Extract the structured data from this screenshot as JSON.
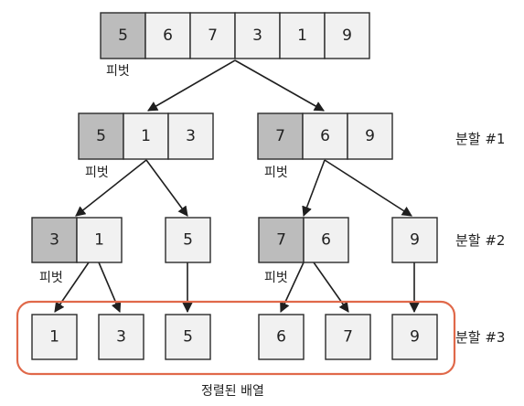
{
  "arrays": {
    "root": {
      "cells": [
        {
          "v": "5",
          "pivot": true
        },
        {
          "v": "6"
        },
        {
          "v": "7"
        },
        {
          "v": "3"
        },
        {
          "v": "1"
        },
        {
          "v": "9"
        }
      ]
    },
    "l1a": {
      "cells": [
        {
          "v": "5",
          "pivot": true
        },
        {
          "v": "1"
        },
        {
          "v": "3"
        }
      ]
    },
    "l1b": {
      "cells": [
        {
          "v": "7",
          "pivot": true
        },
        {
          "v": "6"
        },
        {
          "v": "9"
        }
      ]
    },
    "l2a": {
      "cells": [
        {
          "v": "3",
          "pivot": true
        },
        {
          "v": "1"
        }
      ]
    },
    "l2b": {
      "cells": [
        {
          "v": "5"
        }
      ]
    },
    "l2c": {
      "cells": [
        {
          "v": "7",
          "pivot": true
        },
        {
          "v": "6"
        }
      ]
    },
    "l2d": {
      "cells": [
        {
          "v": "9"
        }
      ]
    },
    "s1": {
      "cells": [
        {
          "v": "1"
        }
      ]
    },
    "s2": {
      "cells": [
        {
          "v": "3"
        }
      ]
    },
    "s3": {
      "cells": [
        {
          "v": "5"
        }
      ]
    },
    "s4": {
      "cells": [
        {
          "v": "6"
        }
      ]
    },
    "s5": {
      "cells": [
        {
          "v": "7"
        }
      ]
    },
    "s6": {
      "cells": [
        {
          "v": "9"
        }
      ]
    }
  },
  "pivot_label": "피벗",
  "levels": [
    "분할 #1",
    "분할 #2",
    "분할 #3"
  ],
  "result_label": "정렬된 배열",
  "colors": {
    "pivot_fill": "#bcbcbc",
    "cell_fill": "#f1f1f1",
    "frame": "#e0694a"
  }
}
